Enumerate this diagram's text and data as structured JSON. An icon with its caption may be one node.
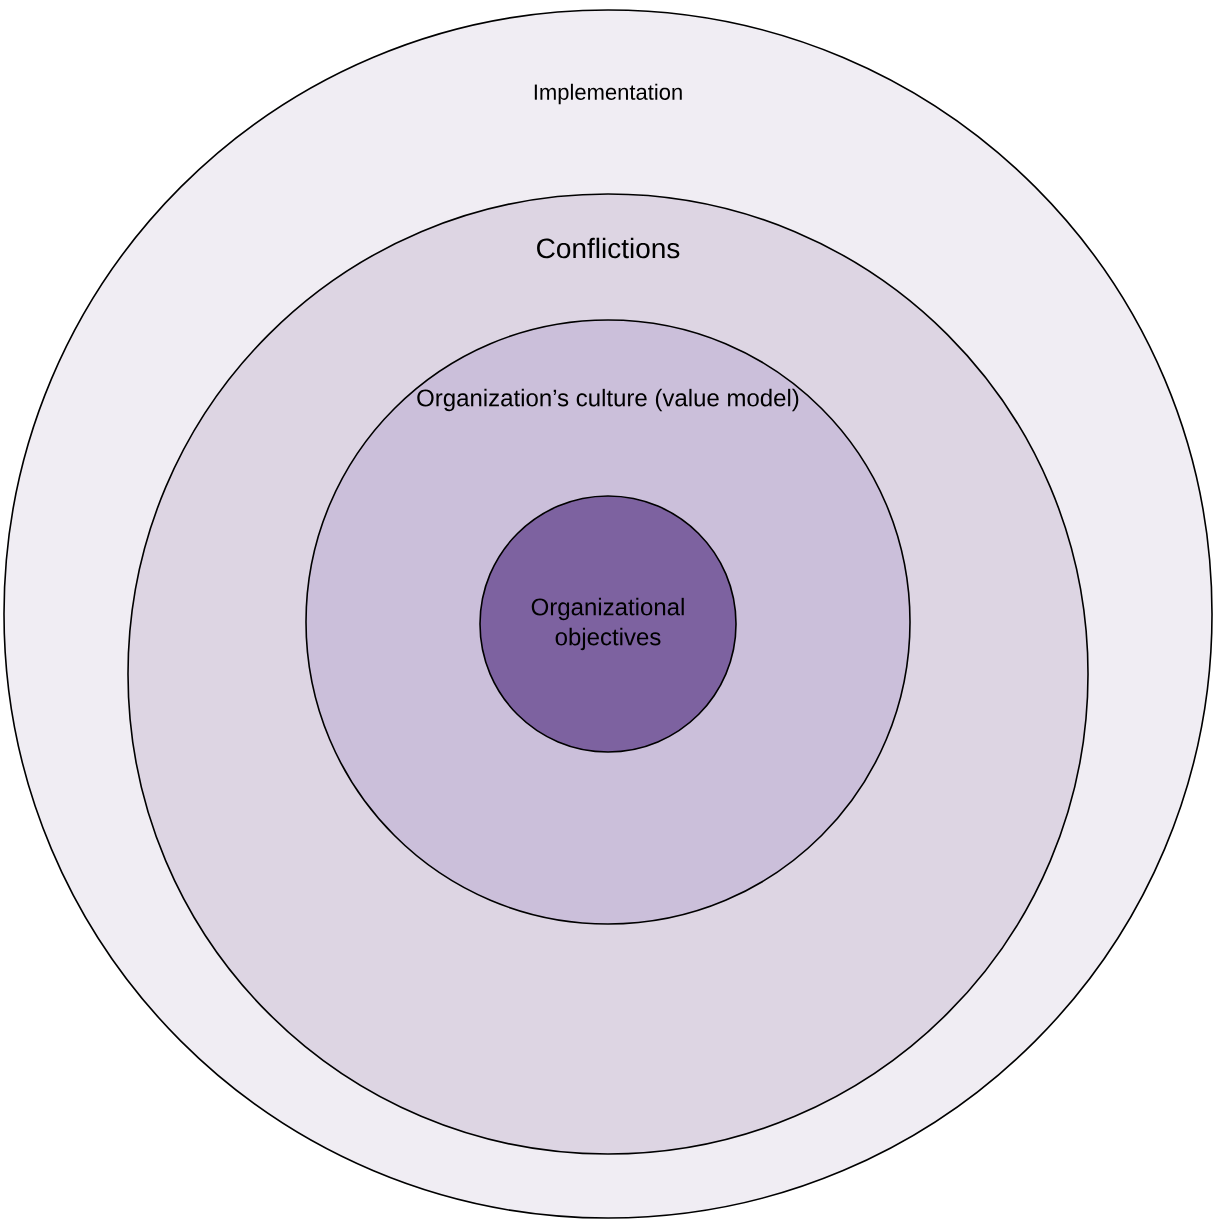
{
  "diagram": {
    "nodes": [
      {
        "text": [
          "Implementation"
        ]
      },
      {
        "text": [
          "Conflictions"
        ],
        "in": 0
      },
      {
        "text": [
          "Organization’s culture (value model)"
        ],
        "in": 1
      },
      {
        "text": [
          "Organizational objectives"
        ],
        "in": 2
      }
    ]
  }
}
